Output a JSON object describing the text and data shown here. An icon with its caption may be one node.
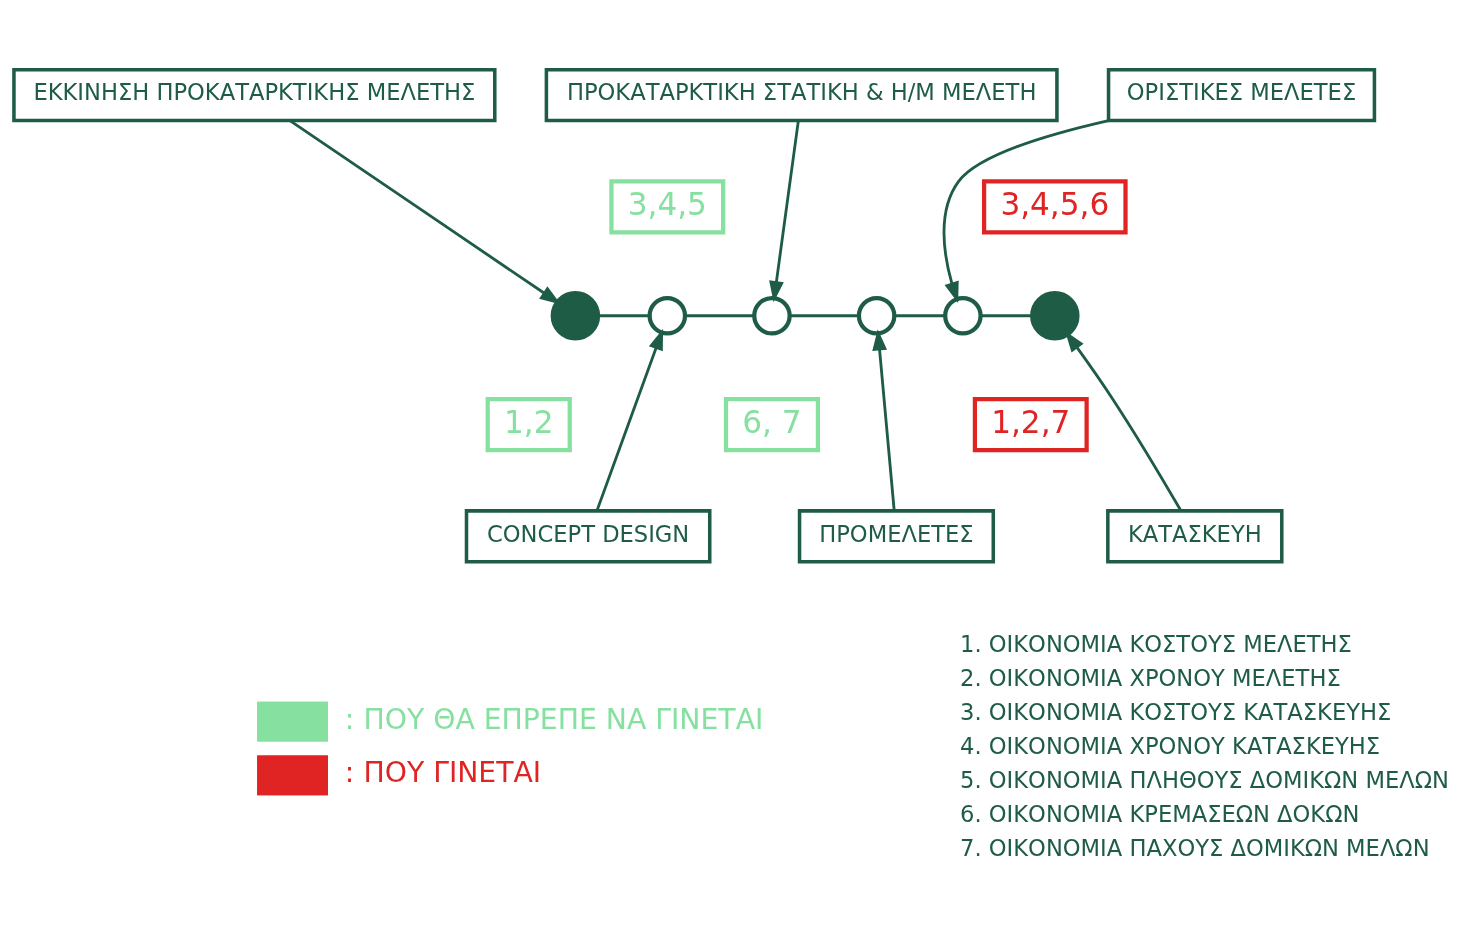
{
  "diagram": {
    "nodes": [
      {
        "text": [
          "ΕΚΚΙΝΗΣΗ ΠΡΟΚΑΤΑΡΚΤΙΚΗΣ ΜΕΛΕΤΗΣ"
        ]
      },
      {
        "text": [
          "ΠΡΟΚΑΤΑΡΚΤΙΚΗ ΣΤΑΤΙΚΗ & Η/Μ ΜΕΛΕΤΗ"
        ]
      },
      {
        "text": [
          "ΟΡΙΣΤΙΚΕΣ ΜΕΛΕΤΕΣ"
        ]
      },
      {
        "text": [
          "3,4,5"
        ]
      },
      {
        "text": [
          "3,4,5,6"
        ]
      },
      {
        "text": [],
        "shape": "circle"
      },
      {
        "text": [],
        "shape": "circle"
      },
      {
        "text": [],
        "shape": "circle"
      },
      {
        "text": [],
        "shape": "circle"
      },
      {
        "text": [],
        "shape": "circle"
      },
      {
        "text": [],
        "shape": "circle"
      },
      {
        "text": [
          "1,2"
        ]
      },
      {
        "text": [
          "6, 7"
        ]
      },
      {
        "text": [
          "1,2,7"
        ]
      },
      {
        "text": [
          "CONCEPT DESIGN"
        ]
      },
      {
        "text": [
          "ΠΡΟΜΕΛΕΤΕΣ"
        ]
      },
      {
        "text": [
          "ΚΑΤΑΣΚΕΥΗ"
        ]
      }
    ],
    "edges": [
      {
        "from": 0,
        "to": 5,
        "arrow": "to"
      },
      {
        "from": 1,
        "to": 7,
        "arrow": "to"
      },
      {
        "from": 2,
        "to": 9,
        "arrow": "to"
      },
      {
        "from": 5,
        "to": 6,
        "arrow": "none"
      },
      {
        "from": 6,
        "to": 7,
        "arrow": "none"
      },
      {
        "from": 7,
        "to": 8,
        "arrow": "none"
      },
      {
        "from": 8,
        "to": 9,
        "arrow": "none"
      },
      {
        "from": 9,
        "to": 10,
        "arrow": "none"
      },
      {
        "from": 14,
        "to": 6,
        "arrow": "to"
      },
      {
        "from": 15,
        "to": 8,
        "arrow": "to"
      },
      {
        "from": 16,
        "to": 10,
        "arrow": "to"
      }
    ],
    "labels": [
      "1. ΟΙΚΟΝΟΜΙΑ ΚΟΣΤΟΥΣ ΜΕΛΕΤΗΣ",
      "2. ΟΙΚΟΝΟΜΙΑ ΧΡΟΝΟΥ ΜΕΛΕΤΗΣ",
      "3. ΟΙΚΟΝΟΜΙΑ ΚΟΣΤΟΥΣ ΚΑΤΑΣΚΕΥΗΣ",
      "4. ΟΙΚΟΝΟΜΙΑ ΧΡΟΝΟΥ ΚΑΤΑΣΚΕΥΗΣ",
      "5. ΟΙΚΟΝΟΜΙΑ ΠΛΗΘΟΥΣ ΔΟΜΙΚΩΝ ΜΕΛΩΝ",
      "6. ΟΙΚΟΝΟΜΙΑ ΚΡΕΜΑΣΕΩΝ ΔΟΚΩΝ",
      "7. ΟΙΚΟΝΟΜΙΑ ΠΑΧΟΥΣ ΔΟΜΙΚΩΝ ΜΕΛΩΝ"
    ],
    "legend": [
      {
        "text": ": ΠΟΥ ΘΑ ΕΠΡΕΠΕ ΝΑ ΓΙΝΕΤΑΙ",
        "color": "#86e0a0"
      },
      {
        "text": ": ΠΟΥ ΓΙΝΕΤΑΙ",
        "color": "#e02424"
      }
    ]
  }
}
